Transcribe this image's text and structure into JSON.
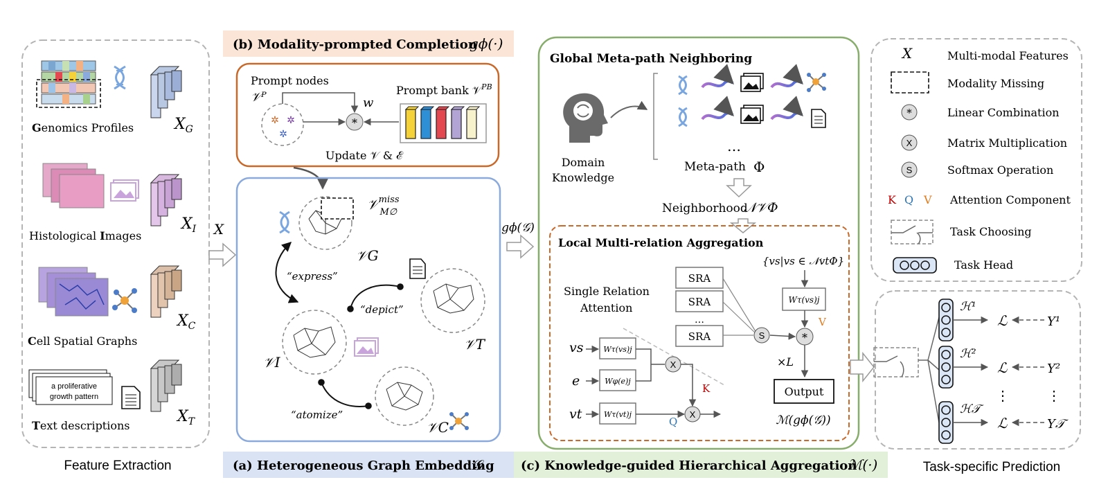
{
  "feature_extraction": {
    "caption": "Feature Extraction",
    "genomics": {
      "label_bold": "G",
      "label_rest": "enomics Profiles",
      "var": "X",
      "sub": "G"
    },
    "histology": {
      "label_pre": "Histological ",
      "label_bold": "I",
      "label_rest": "mages",
      "var": "X",
      "sub": "I"
    },
    "cells": {
      "label_bold": "C",
      "label_rest": "ell Spatial Graphs",
      "var": "X",
      "sub": "C"
    },
    "text": {
      "label_bold": "T",
      "label_rest": "ext descriptions",
      "var": "X",
      "sub": "T",
      "doc_line1": "a proliferative",
      "doc_line2": "growth pattern"
    },
    "arrow_label": "X"
  },
  "section_b": {
    "title": "(b) Modality-prompted Completion",
    "title_math": "gϕ(·)",
    "prompt_nodes": "Prompt nodes",
    "vp": "𝒱ᴾ",
    "w": "w",
    "prompt_bank": "Prompt bank 𝒱",
    "prompt_bank_sup": "PB",
    "update": "Update 𝒱 & ℰ",
    "bank_colors": [
      "#f5d13a",
      "#2f8fd6",
      "#e3474f",
      "#b2a5d6",
      "#f7f1cc"
    ]
  },
  "section_a": {
    "title": "(a) Heterogeneous Graph Embedding",
    "title_math": "𝒢",
    "vmiss": "𝒱",
    "vmiss_sup": "miss",
    "vmiss_sub": "M∅",
    "vg": "𝒱G",
    "vi": "𝒱I",
    "vt": "𝒱T",
    "vc": "𝒱C",
    "express": "“express”",
    "depict": "“depict”",
    "atomize": "“atomize”",
    "out_label": "gϕ(𝒢)"
  },
  "section_c": {
    "title": "(c) Knowledge-guided Hierarchical Aggregation",
    "title_math": "ℳ(·)",
    "global_title": "Global Meta-path Neighboring",
    "domain": "Domain",
    "knowledge": "Knowledge",
    "ellipsis": "…",
    "metapath": "Meta-path",
    "phi": "Φ",
    "neighborhood": "Neighborhood",
    "n_symbol": "𝒩𝒱Φ",
    "local_title": "Local Multi-relation Aggregation",
    "single_relation": "Single Relation",
    "attention": "Attention",
    "sra": [
      "SRA",
      "SRA",
      "SRA"
    ],
    "sra_dots": "…",
    "vs_set": "{vs|vs ∈ 𝒩vtΦ}",
    "w_vs": "Wτ(vs)j",
    "w_top": "Wτ(vs)j",
    "w_e": "Wφ(e)j",
    "w_vt": "Wτ(vt)j",
    "in_vs": "vs",
    "in_e": "e",
    "in_vt": "vt",
    "k": "K",
    "q": "Q",
    "v": "V",
    "times_l": "×L",
    "output": "Output",
    "m_out": "ℳ(gϕ(𝒢))",
    "op_x": "X",
    "op_s": "S",
    "op_star": "*"
  },
  "legend": {
    "items": [
      {
        "symbol": "X",
        "label": "Multi-modal Features"
      },
      {
        "symbol": "",
        "label": "Modality Missing"
      },
      {
        "symbol": "*",
        "label": "Linear Combination"
      },
      {
        "symbol": "X",
        "label": "Matrix Multiplication"
      },
      {
        "symbol": "S",
        "label": "Softmax Operation"
      },
      {
        "symbol": "K Q V",
        "label": "Attention Component"
      },
      {
        "symbol": "",
        "label": "Task Choosing"
      },
      {
        "symbol": "",
        "label": "Task Head"
      }
    ],
    "k": "K",
    "q": "Q",
    "v": "V"
  },
  "prediction": {
    "caption": "Task-specific Prediction",
    "heads": [
      {
        "h": "ℋ¹",
        "l": "ℒ",
        "y": "Y¹"
      },
      {
        "h": "ℋ²",
        "l": "ℒ",
        "y": "Y²"
      },
      {
        "h": "ℋ𝒯",
        "l": "ℒ",
        "y": "Y𝒯"
      }
    ],
    "dots": "⋮"
  },
  "colors": {
    "orange": "#c8692a",
    "blue": "#8aa9dc",
    "green": "#86ad6a",
    "gray_dash": "#b4b4b4",
    "title_b_bg": "#fbe5d6",
    "title_a_bg": "#dae3f3",
    "title_c_bg": "#e2efd9",
    "k_color": "#c00000",
    "q_color": "#2e75b6",
    "v_color": "#e07b1f",
    "head_fill": "#dae6f5"
  }
}
